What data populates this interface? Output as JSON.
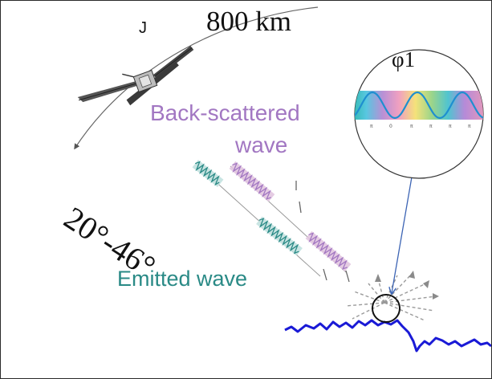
{
  "labels": {
    "altitude": "800 km",
    "marker": "J",
    "phase": "φ1",
    "backscattered_line1": "Back-scattered",
    "backscattered_line2": "wave",
    "emitted": "Emitted wave",
    "incidence_angle": "20°-46°"
  },
  "colors": {
    "backscattered": "#a277c2",
    "emitted": "#2a8a86",
    "terrain": "#1a1ad6",
    "pointer": "#3c64b4",
    "satellite": "#3a3a3a"
  },
  "icons": {
    "satellite": "satellite-icon",
    "phase_wave": "sine-wave-icon"
  }
}
